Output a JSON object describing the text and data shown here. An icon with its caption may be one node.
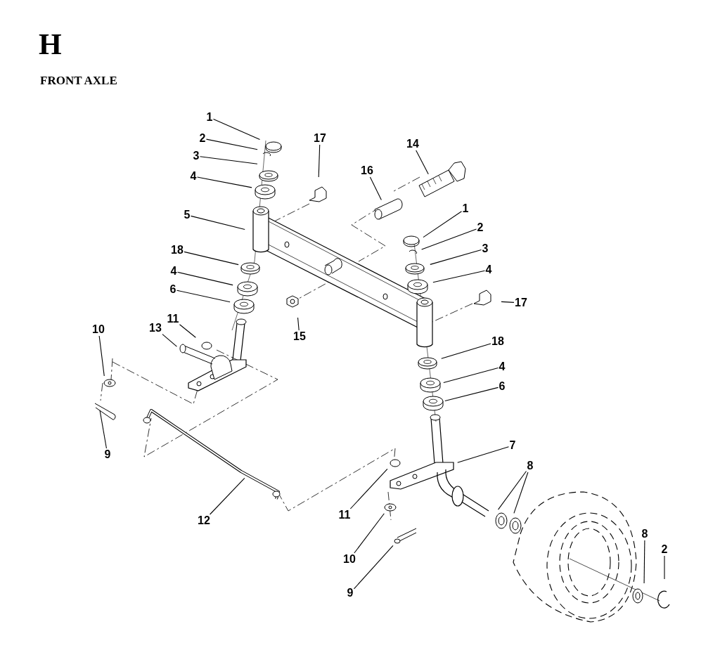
{
  "diagram": {
    "title": "H",
    "nodes": [
      {
        "text": [
          "1"
        ]
      },
      {
        "text": [
          "2"
        ]
      },
      {
        "text": [
          "3"
        ]
      },
      {
        "text": [
          "4"
        ]
      },
      {
        "text": [
          "17"
        ]
      },
      {
        "text": [
          "14"
        ]
      },
      {
        "text": [
          "16"
        ]
      },
      {
        "text": [
          "5"
        ]
      },
      {
        "text": [
          "1"
        ]
      },
      {
        "text": [
          "2"
        ]
      },
      {
        "text": [
          "3"
        ]
      },
      {
        "text": [
          "4"
        ]
      },
      {
        "text": [
          "18"
        ]
      },
      {
        "text": [
          "4"
        ]
      },
      {
        "text": [
          "6"
        ]
      },
      {
        "text": [
          "17"
        ]
      },
      {
        "text": [
          "15"
        ]
      },
      {
        "text": [
          "11"
        ]
      },
      {
        "text": [
          "13"
        ]
      },
      {
        "text": [
          "10"
        ]
      },
      {
        "text": [
          "18"
        ]
      },
      {
        "text": [
          "4"
        ]
      },
      {
        "text": [
          "6"
        ]
      },
      {
        "text": [
          "9"
        ]
      },
      {
        "text": [
          "7"
        ]
      },
      {
        "text": [
          "8"
        ]
      },
      {
        "text": [
          "12"
        ]
      },
      {
        "text": [
          "11"
        ]
      },
      {
        "text": [
          "10"
        ]
      },
      {
        "text": [
          "9"
        ]
      },
      {
        "text": [
          "8"
        ]
      },
      {
        "text": [
          "2"
        ]
      }
    ],
    "edges": [
      {
        "from": 0,
        "to": null,
        "arrow": "none"
      },
      {
        "from": 1,
        "to": null,
        "arrow": "none"
      },
      {
        "from": 2,
        "to": null,
        "arrow": "none"
      },
      {
        "from": 3,
        "to": null,
        "arrow": "none"
      },
      {
        "from": 4,
        "to": null,
        "arrow": "none"
      },
      {
        "from": 5,
        "to": null,
        "arrow": "none"
      },
      {
        "from": 6,
        "to": null,
        "arrow": "none"
      },
      {
        "from": 7,
        "to": null,
        "arrow": "none"
      },
      {
        "from": 8,
        "to": null,
        "arrow": "none"
      },
      {
        "from": 9,
        "to": null,
        "arrow": "none"
      },
      {
        "from": 10,
        "to": null,
        "arrow": "none"
      },
      {
        "from": 11,
        "to": null,
        "arrow": "none"
      },
      {
        "from": 12,
        "to": null,
        "arrow": "none"
      },
      {
        "from": 13,
        "to": null,
        "arrow": "none"
      },
      {
        "from": 14,
        "to": null,
        "arrow": "none"
      },
      {
        "from": 15,
        "to": null,
        "arrow": "none"
      },
      {
        "from": 16,
        "to": null,
        "arrow": "none"
      },
      {
        "from": 17,
        "to": null,
        "arrow": "none"
      },
      {
        "from": 18,
        "to": null,
        "arrow": "none"
      },
      {
        "from": 19,
        "to": null,
        "arrow": "none"
      },
      {
        "from": 20,
        "to": null,
        "arrow": "none"
      },
      {
        "from": 21,
        "to": null,
        "arrow": "none"
      },
      {
        "from": 22,
        "to": null,
        "arrow": "none"
      },
      {
        "from": 23,
        "to": null,
        "arrow": "none"
      },
      {
        "from": 24,
        "to": null,
        "arrow": "none"
      },
      {
        "from": 25,
        "to": null,
        "arrow": "none"
      },
      {
        "from": 25,
        "to": null,
        "arrow": "none"
      },
      {
        "from": 26,
        "to": null,
        "arrow": "none"
      },
      {
        "from": 27,
        "to": null,
        "arrow": "none"
      },
      {
        "from": 28,
        "to": null,
        "arrow": "none"
      },
      {
        "from": 29,
        "to": null,
        "arrow": "none"
      },
      {
        "from": 30,
        "to": null,
        "arrow": "none"
      },
      {
        "from": 31,
        "to": null,
        "arrow": "none"
      }
    ],
    "labels": [
      "FRONT AXLE"
    ]
  }
}
